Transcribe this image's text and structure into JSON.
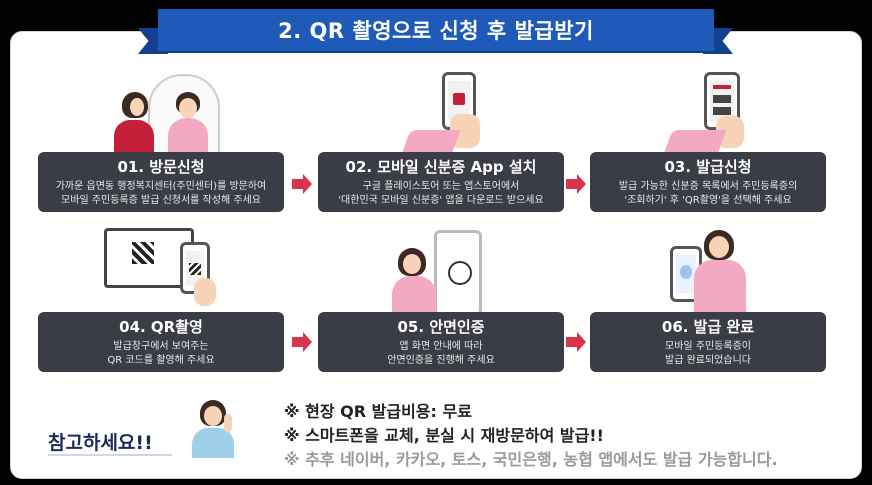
{
  "banner": {
    "title": "2. QR 촬영으로 신청 후 발급받기"
  },
  "steps": [
    {
      "title": "01. 방문신청",
      "desc1": "가까운 읍면동 행정복지센터(주민센터)를 방문하여",
      "desc2": "모바일 주민등록증 발급 신청서를 작성해 주세요"
    },
    {
      "title": "02. 모바일 신분증 App 설치",
      "desc1": "구글 플레이스토어 또는 앱스토어에서",
      "desc2": "'대한민국 모바일 신분증' 앱을 다운로드 받으세요"
    },
    {
      "title": "03. 발급신청",
      "desc1": "발급 가능한 신분증 목록에서 주민등록증의",
      "desc2": "'조회하기' 후 'QR촬영'을 선택해 주세요"
    },
    {
      "title": "04. QR촬영",
      "desc1": "발급창구에서 보여주는",
      "desc2": "QR 코드를 촬영해 주세요"
    },
    {
      "title": "05. 안면인증",
      "desc1": "앱 화면 안내에 따라",
      "desc2": "안면인증을 진행해 주세요"
    },
    {
      "title": "06. 발급 완료",
      "desc1": "모바일 주민등록증이",
      "desc2": "발급 완료되었습니다"
    }
  ],
  "notes": {
    "title": "참고하세요!!",
    "line1": "※ 현장 QR 발급비용: 무료",
    "line2": "※ 스마트폰을 교체, 분실 시 재방문하여 발급!!",
    "line3": "※ 추후 네이버, 카카오, 토스, 국민은행, 농협 앱에서도 발급 가능합니다."
  },
  "colors": {
    "banner": "#1e5bb8",
    "step_box": "#3a3d45",
    "arrow": "#d8344a",
    "accent_pink": "#f4a9c3"
  }
}
